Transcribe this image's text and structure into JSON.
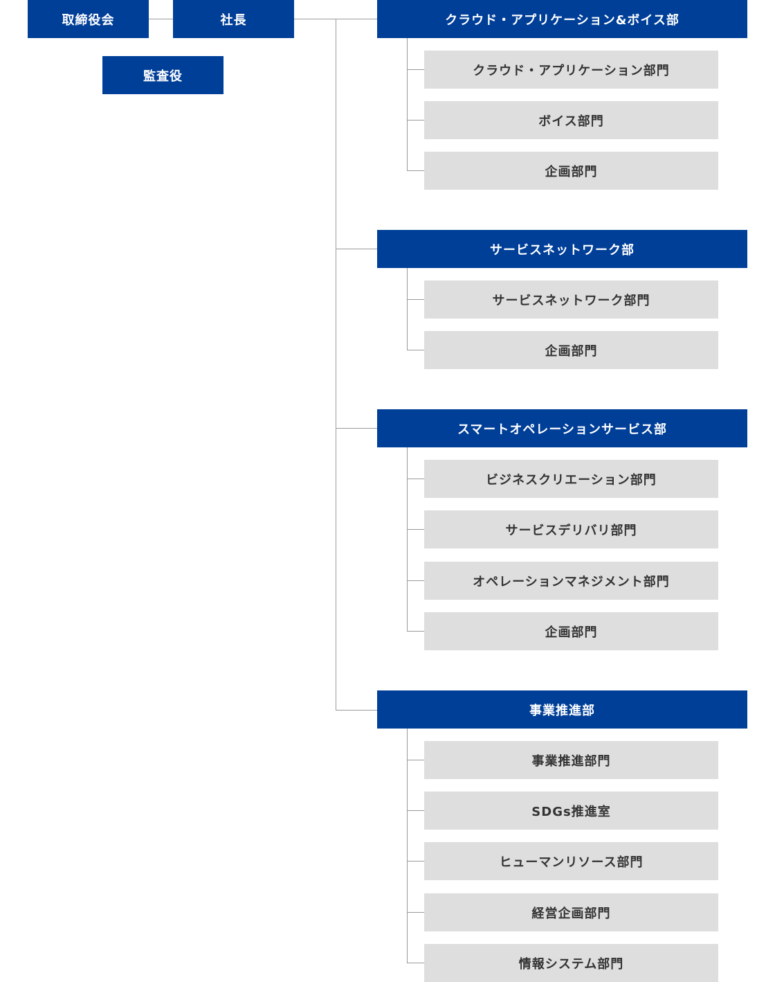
{
  "top": {
    "board": "取締役会",
    "president": "社長",
    "auditor": "監査役"
  },
  "divisions": [
    {
      "name": "クラウド・アプリケーション&ボイス部",
      "units": [
        "クラウド・アプリケーション部門",
        "ボイス部門",
        "企画部門"
      ]
    },
    {
      "name": "サービスネットワーク部",
      "units": [
        "サービスネットワーク部門",
        "企画部門"
      ]
    },
    {
      "name": "スマートオペレーションサービス部",
      "units": [
        "ビジネスクリエーション部門",
        "サービスデリバリ部門",
        "オペレーションマネジメント部門",
        "企画部門"
      ]
    },
    {
      "name": "事業推進部",
      "units": [
        "事業推進部門",
        "SDGs推進室",
        "ヒューマンリソース部門",
        "経営企画部門",
        "情報システム部門"
      ]
    }
  ],
  "colors": {
    "division": "#003f98",
    "unit": "#dedede",
    "connector": "#999999"
  }
}
